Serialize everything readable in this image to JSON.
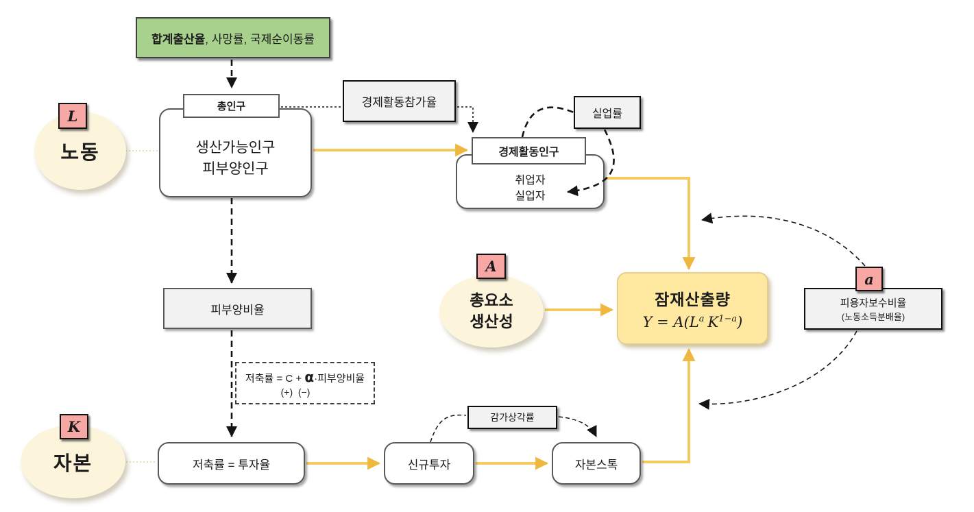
{
  "diagram": {
    "inputs_box": {
      "bold_part": "합계출산율",
      "rest_part": ", 사망률, 국제순이동률"
    },
    "labor": {
      "badge": "L",
      "label": "노동"
    },
    "capital": {
      "badge": "K",
      "label": "자본"
    },
    "tfp": {
      "badge": "A",
      "line1": "총요소",
      "line2": "생산성"
    },
    "labor_share": {
      "badge": "a",
      "line1": "피용자보수비율",
      "line2": "(노동소득분배율)"
    },
    "total_population": "총인구",
    "working_age": {
      "line1": "생산가능인구",
      "line2": "피부양인구"
    },
    "participation_rate": "경제활동참가율",
    "unemployment_rate": "실업률",
    "active_population": "경제활동인구",
    "employment": {
      "line1": "취업자",
      "line2": "실업자"
    },
    "dependency_ratio": "피부양비율",
    "savings_formula": {
      "pre": "저축률 = C + ",
      "alpha": "α",
      "post": "·피부양비율",
      "signs": "(+)  (−)"
    },
    "savings_investment": "저축률 = 투자율",
    "new_investment": "신규투자",
    "depreciation_rate": "감가상각률",
    "capital_stock": "자본스톡",
    "potential_output": {
      "title": "잠재산출량",
      "formula": {
        "base1": "Y = A(L",
        "sup1": "a",
        "base2": "K",
        "sup2": "1−a",
        "base3": ")"
      }
    }
  },
  "colors": {
    "input_green": "#A9D18E",
    "badge_pink": "#F7A8A4",
    "factor_cream": "#FCF4DB",
    "output_yellow": "#FFE8A0",
    "flow_arrow": "#F2C24E",
    "box_gray": "#F2F2F2"
  }
}
